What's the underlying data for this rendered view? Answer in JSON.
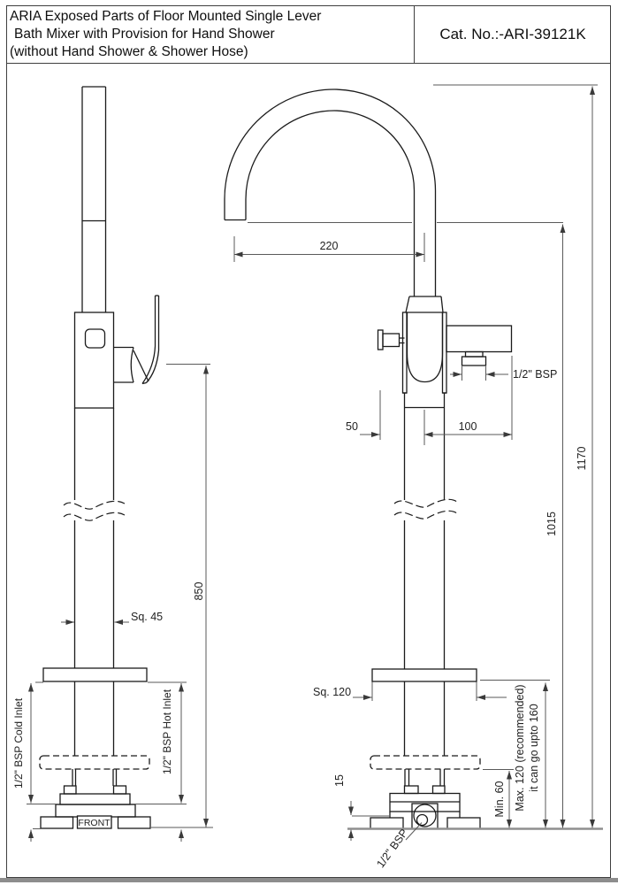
{
  "header": {
    "title_lines": [
      "ARIA Exposed Parts of Floor Mounted Single Lever",
      "Bath Mixer with Provision for Hand Shower",
      "(without Hand Shower & Shower Hose)"
    ],
    "cat_no": "Cat. No.:-ARI-39121K"
  },
  "left_view": {
    "sq_label": "Sq. 45",
    "height_label": "850",
    "cold_inlet_label": "1/2\" BSP Cold Inlet",
    "hot_inlet_label": "1/2\" BSP Hot Inlet",
    "front_label": "FRONT"
  },
  "right_view": {
    "spout_reach_label": "220",
    "outlet_bsp_label": "1/2\" BSP",
    "offset_50_label": "50",
    "offset_100_label": "100",
    "spout_height_label": "1015",
    "total_height_label": "1170",
    "sq_label": "Sq. 120",
    "plate_height_label": "15",
    "min_height_label": "Min. 60",
    "max_height_label_1": "Max. 120 (recommended)",
    "max_height_label_2": "it can go upto 160",
    "inlet_bsp_label": "1/2\" BSP"
  },
  "colors": {
    "line": "#1b1b1b",
    "dimension": "#5a5a5a",
    "floor": "#8f8f8f",
    "border": "#3f3f3f"
  }
}
